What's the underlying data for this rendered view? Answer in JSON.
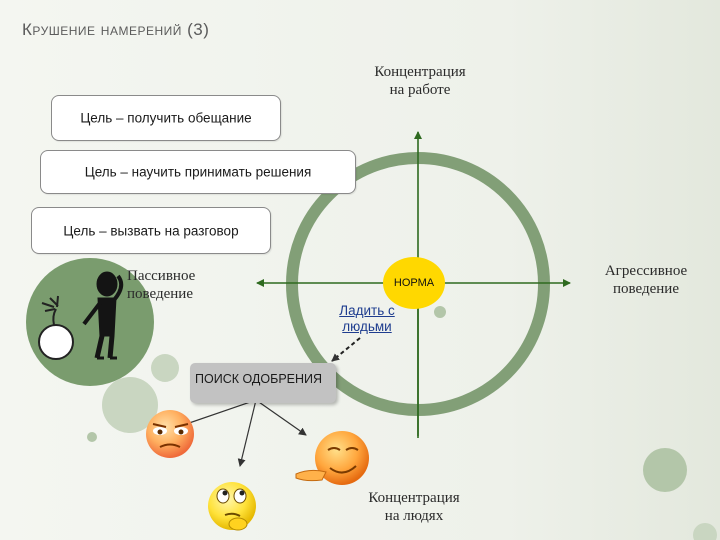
{
  "slide": {
    "title": "Крушение намерений (3)",
    "goals": [
      "Цель – получить обещание",
      "Цель – научить принимать решения",
      "Цель – вызвать на разговор"
    ],
    "axis_labels": {
      "top": "Концентрация\nна работе",
      "bottom": "Концентрация\nна людях",
      "left": "Пассивное\nповедение",
      "right": "Агрессивное\nповедение"
    },
    "center_label": "НОРМА",
    "link_label": "Ладить с\nлюдьми",
    "search_box": "ПОИСК ОДОБРЕНИЯ"
  },
  "colors": {
    "ring": "#829f77",
    "disc": "#7a9c6e",
    "dot": "#c9d6c1",
    "dot_mid": "#b3c6a9",
    "axis": "#2e6a1f",
    "norma": "#ffd800"
  },
  "icons": [
    "bomb-icon",
    "thinking-man-icon",
    "worried-face-icon",
    "pondering-face-icon",
    "beckoning-face-icon"
  ]
}
